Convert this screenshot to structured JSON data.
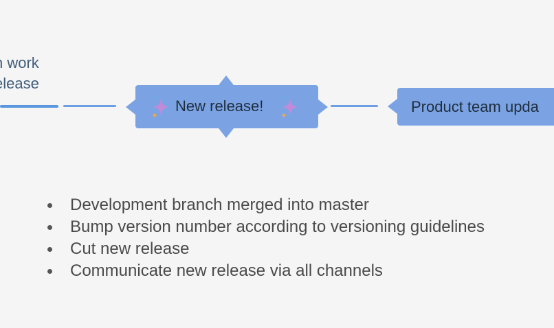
{
  "diagram": {
    "previous_node": {
      "line1": "h work",
      "line2": "elease"
    },
    "release_node": {
      "label": "New release!",
      "decoration_left": "sparkle-icon",
      "decoration_right": "sparkle-icon"
    },
    "product_node": {
      "label": "Product team upda"
    },
    "colors": {
      "node_fill": "#7ba3e3",
      "connector": "#6d9de3",
      "background": "#f5f5f6",
      "sparkle_purple": "#c38ad9",
      "sparkle_blue": "#6ba8e6",
      "sparkle_orange": "#f3a94a"
    }
  },
  "bullets": [
    {
      "text": "Development branch merged into master"
    },
    {
      "text": "Bump version number according to versioning guidelines"
    },
    {
      "text": "Cut new release"
    },
    {
      "text": "Communicate new release via all channels"
    }
  ]
}
